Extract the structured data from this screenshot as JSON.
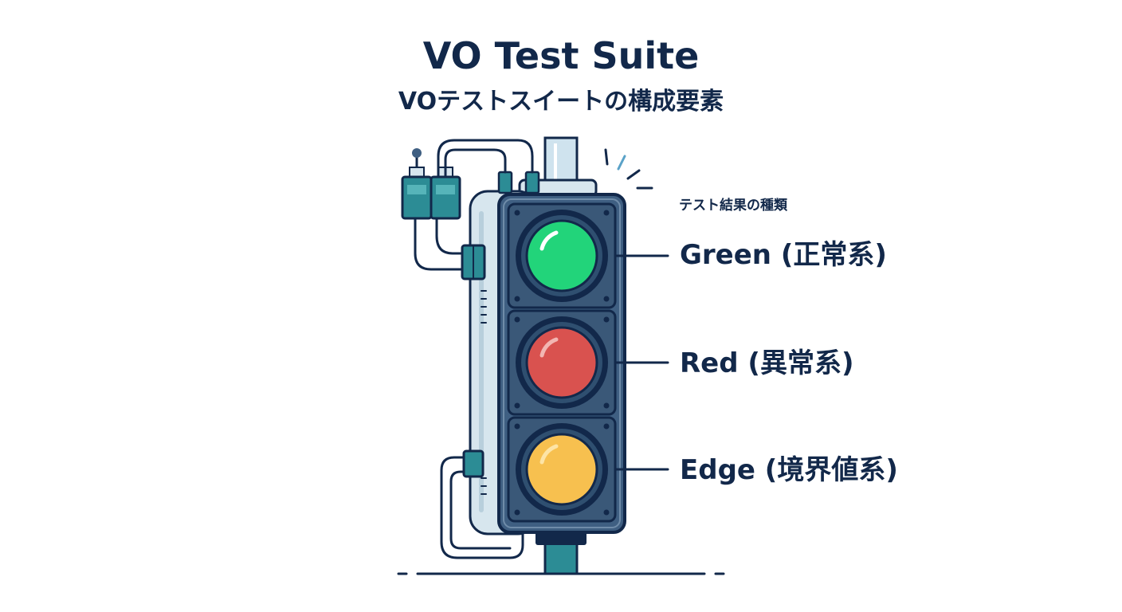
{
  "header": {
    "title": "VO Test Suite",
    "subtitle": "VOテストスイートの構成要素"
  },
  "legend": {
    "heading": "テスト結果の種類",
    "items": [
      {
        "label": "Green (正常系)",
        "color": "#22d47a"
      },
      {
        "label": "Red (異常系)",
        "color": "#d9524f"
      },
      {
        "label": "Edge (境界値系)",
        "color": "#f7c04f"
      }
    ]
  },
  "colors": {
    "outline": "#12284a",
    "housing": "#3f5f82",
    "panel": "#d7e6ee",
    "connector": "#2c8c95"
  }
}
